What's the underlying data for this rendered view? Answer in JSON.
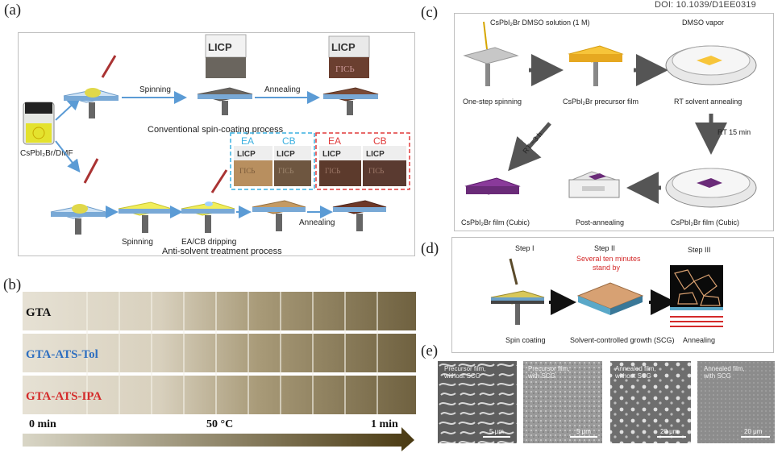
{
  "doi": "DOI: 10.1039/D1EE0319",
  "panel_labels": {
    "a": "(a)",
    "b": "(b)",
    "c": "(c)",
    "d": "(d)",
    "e": "(e)"
  },
  "panel_a": {
    "vial_label": "CsPbI₂Br/DMF",
    "spinning": "Spinning",
    "annealing": "Annealing",
    "conventional": "Conventional spin-coating process",
    "licp": "LICP",
    "licp_mirror": "ГІСЬ",
    "spinning2": "Spinning",
    "dripping": "EA/CB dripping",
    "annealing2": "Annealing",
    "antisolvent": "Anti-solvent treatment process",
    "ea": "EA",
    "cb": "CB"
  },
  "panel_b": {
    "rows": [
      "GTA",
      "GTA-ATS-Tol",
      "GTA-ATS-IPA"
    ],
    "row_colors": [
      "#111111",
      "#2e6fc0",
      "#d42a2a"
    ],
    "start": "0 min",
    "temp": "50 °C",
    "end": "1 min"
  },
  "panel_c": {
    "solution": "CsPbI₂Br DMSO solution (1 M)",
    "vapor": "DMSO vapor",
    "one_step": "One-step spinning",
    "precursor": "CsPbI₂Br precursor film",
    "rt_anneal": "RT solvent annealing",
    "rt15": "RT 15 min",
    "rt3h": "RT ~3 h",
    "film_cubic_left": "CsPbI₂Br film (Cubic)",
    "post": "Post-annealing",
    "film_cubic_right": "CsPbI₂Br film (Cubic)"
  },
  "panel_d": {
    "step1": "Step I",
    "step2": "Step II",
    "step3": "Step III",
    "stand1": "Several ten minutes",
    "stand2": "stand by",
    "spin": "Spin coating",
    "scg": "Solvent-controlled growth (SCG)",
    "anneal": "Annealing"
  },
  "panel_e": {
    "images": [
      {
        "l1": "Precursor film,",
        "l2": "without SCG",
        "scale": "5 μm"
      },
      {
        "l1": "Precursor film,",
        "l2": "with SCG",
        "scale": "5 μm"
      },
      {
        "l1": "Annealed film,",
        "l2": "without SCG",
        "scale": "20 μm"
      },
      {
        "l1": "Annealed film,",
        "l2": "with SCG",
        "scale": "20 μm"
      }
    ]
  }
}
